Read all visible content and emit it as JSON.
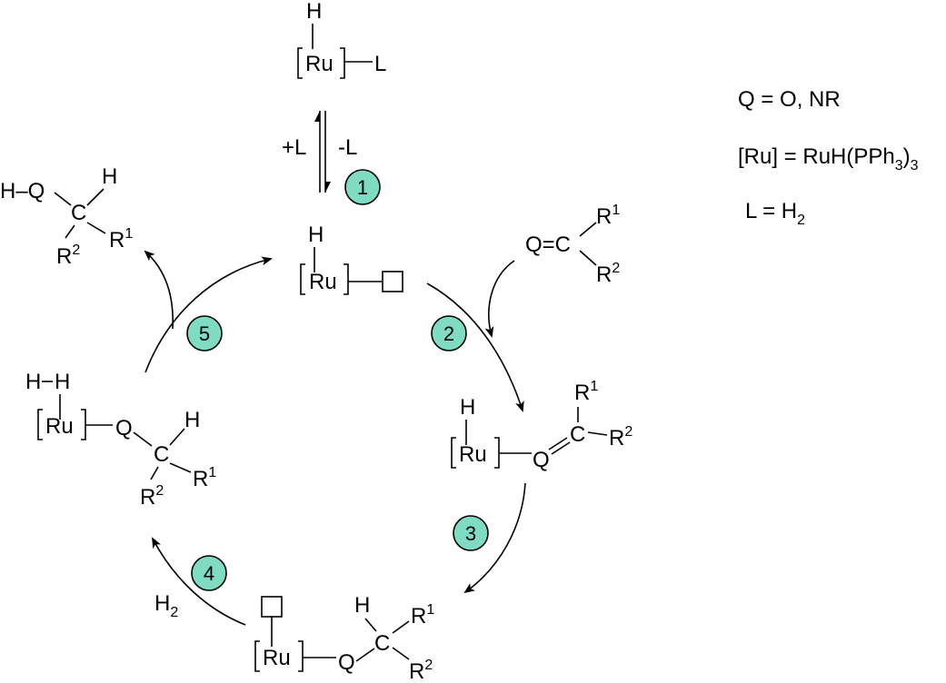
{
  "legend": {
    "q_def": "Q = O, NR",
    "ru_prefix": "[Ru] = RuH(PPh",
    "ru_sub": "3",
    "ru_close": ")",
    "ru_sub2": "3",
    "l_prefix": "L = H",
    "l_sub": "2"
  },
  "labels": {
    "ru": "Ru",
    "h": "H",
    "l": "L",
    "q": "Q",
    "c": "C",
    "r": "R",
    "sup1": "1",
    "sup2": "2",
    "plus_l": "+L",
    "minus_l": "-L",
    "h_q": "H–Q",
    "h2_main": "H",
    "h2_sub": "2",
    "q_eq_c": "Q=C"
  },
  "steps": [
    "1",
    "2",
    "3",
    "4",
    "5"
  ],
  "colors": {
    "badge": "#7fdcc3",
    "ink": "#000000"
  }
}
